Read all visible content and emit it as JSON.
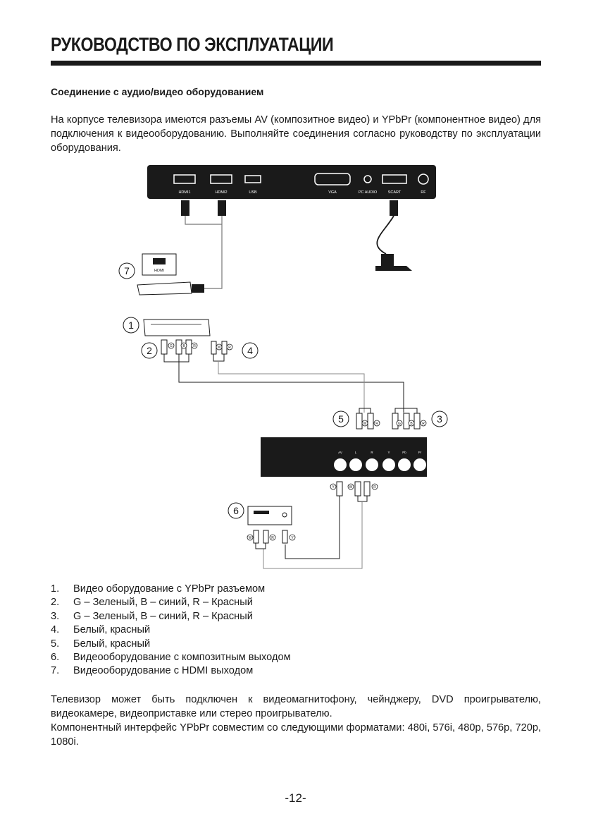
{
  "header": {
    "title": "РУКОВОДСТВО ПО ЭКСПЛУАТАЦИИ"
  },
  "section": {
    "heading": "Соединение с аудио/видео оборудованием",
    "intro": "На корпусе телевизора имеются разъемы AV (композитное видео) и YPbPr (компонентное видео) для подключения к видеооборудованию. Выполняйте соединения согласно руководству по эксплуатации оборудования."
  },
  "diagram": {
    "tv_top_ports": [
      "HDMI1",
      "HDMI2",
      "USB",
      "VGA",
      "PC AUDIO",
      "SCART",
      "RF"
    ],
    "tv_side_ports": [
      "AV",
      "L",
      "R",
      "Y",
      "Pb",
      "Pr"
    ],
    "device_hdmi_label": "HDMI",
    "callouts": [
      "1",
      "2",
      "3",
      "4",
      "5",
      "6",
      "7"
    ],
    "plug_letters": {
      "g": "G",
      "b": "B",
      "r": "R",
      "w": "W",
      "y": "Y"
    }
  },
  "legend": [
    {
      "num": "1.",
      "text": "Видео оборудование с YPbPr разъемом"
    },
    {
      "num": "2.",
      "text": "G – Зеленый, B – синий, R – Красный"
    },
    {
      "num": "3.",
      "text": "G – Зеленый, B – синий, R – Красный"
    },
    {
      "num": "4.",
      "text": "Белый, красный"
    },
    {
      "num": "5.",
      "text": "Белый, красный"
    },
    {
      "num": "6.",
      "text": "Видеооборудование с композитным выходом"
    },
    {
      "num": "7.",
      "text": "Видеооборудование с HDMI выходом"
    }
  ],
  "paragraphs": [
    "Телевизор может быть подключен к видеомагнитофону, чейнджеру, DVD проигрывателю, видеокамере, видеоприставке или стерео проигрывателю.",
    "Компонентный интерфейс YPbPr совместим со следующими форматами: 480i, 576i, 480p, 576p, 720p, 1080i."
  ],
  "page_number": "-12-",
  "colors": {
    "ink": "#1a1a1a",
    "panel": "#1a1a1a",
    "cable": "#777777"
  }
}
